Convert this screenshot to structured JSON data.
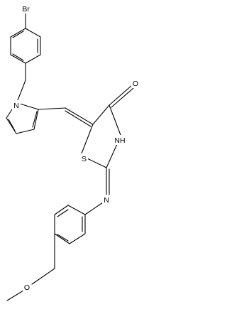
{
  "molecule": {
    "atoms": {
      "br": "Br",
      "n_pyrrole": "N",
      "o_carbonyl": "O",
      "nh": "NH",
      "s": "S",
      "n_imine": "N",
      "o_methoxy": "O"
    }
  }
}
